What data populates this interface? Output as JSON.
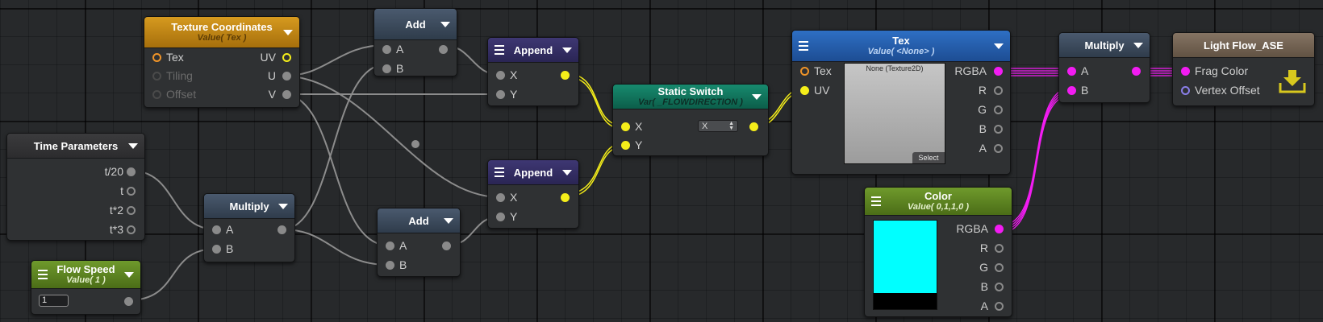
{
  "colors": {
    "wire_gray": "#8c8c8c",
    "wire_yellow": "#f5ee1a",
    "wire_magenta": "#f21cf2",
    "color_swatch": "#00ffff",
    "output_icon": "#d8c81e"
  },
  "nodes": {
    "texture_coordinates": {
      "title": "Texture Coordinates",
      "subtitle": "Value( Tex )",
      "in_tex": "Tex",
      "in_tiling": "Tiling",
      "in_offset": "Offset",
      "out_uv": "UV",
      "out_u": "U",
      "out_v": "V"
    },
    "add_top": {
      "title": "Add",
      "in_a": "A",
      "in_b": "B"
    },
    "append_top": {
      "title": "Append",
      "in_x": "X",
      "in_y": "Y"
    },
    "static_switch": {
      "title": "Static Switch",
      "subtitle": "Var( _FLOWDIRECTION )",
      "in_x": "X",
      "in_y": "Y",
      "enum_value": "X"
    },
    "tex": {
      "title": "Tex",
      "subtitle": "Value( <None> )",
      "in_tex": "Tex",
      "in_uv": "UV",
      "out_rgba": "RGBA",
      "out_r": "R",
      "out_g": "G",
      "out_b": "B",
      "out_a": "A",
      "preview_label": "None (Texture2D)",
      "select_label": "Select"
    },
    "multiply_right": {
      "title": "Multiply",
      "in_a": "A",
      "in_b": "B"
    },
    "output": {
      "title": "Light Flow_ASE",
      "in_frag": "Frag Color",
      "in_vertex": "Vertex Offset"
    },
    "time_parameters": {
      "title": "Time Parameters",
      "out_t20": "t/20",
      "out_t": "t",
      "out_t2": "t*2",
      "out_t3": "t*3"
    },
    "multiply_left": {
      "title": "Multiply",
      "in_a": "A",
      "in_b": "B"
    },
    "flow_speed": {
      "title": "Flow Speed",
      "subtitle": "Value( 1 )",
      "value": "1"
    },
    "add_bottom": {
      "title": "Add",
      "in_a": "A",
      "in_b": "B"
    },
    "append_bottom": {
      "title": "Append",
      "in_x": "X",
      "in_y": "Y"
    },
    "color": {
      "title": "Color",
      "subtitle": "Value( 0,1,1,0 )",
      "out_rgba": "RGBA",
      "out_r": "R",
      "out_g": "G",
      "out_b": "B",
      "out_a": "A"
    }
  }
}
